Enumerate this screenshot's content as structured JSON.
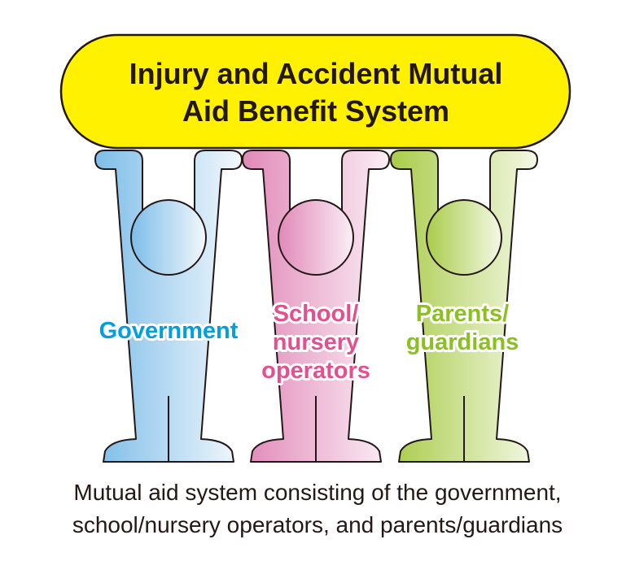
{
  "title": {
    "line1": "Injury and Accident Mutual",
    "line2": "Aid Benefit System"
  },
  "figures": [
    {
      "label_lines": [
        "Government"
      ],
      "color": "#00a0e0",
      "grad_from": "#7dbde8",
      "grad_to": "#f3f8fd"
    },
    {
      "label_lines": [
        "School/",
        "nursery",
        "operators"
      ],
      "color": "#e4508f",
      "grad_from": "#e189b8",
      "grad_to": "#fbeef5"
    },
    {
      "label_lines": [
        "Parents/",
        "guardians"
      ],
      "color": "#8cc021",
      "grad_from": "#a9cc4a",
      "grad_to": "#f4f8e6"
    }
  ],
  "caption": {
    "line1": "Mutual aid system consisting of the government,",
    "line2": "school/nursery operators, and parents/guardians"
  },
  "colors": {
    "banner": "#fff100",
    "outline": "#231815"
  }
}
